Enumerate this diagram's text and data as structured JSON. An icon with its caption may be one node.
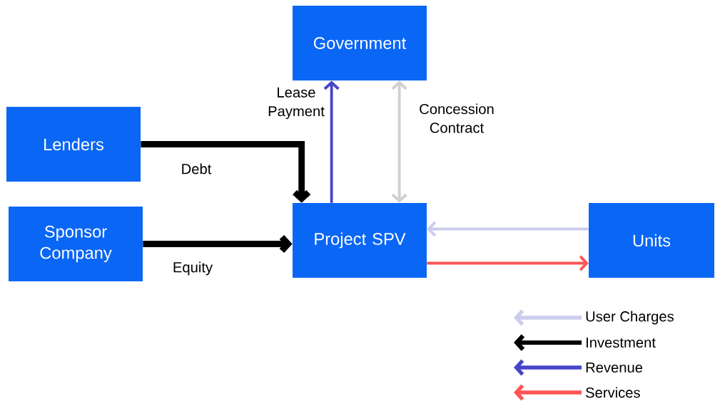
{
  "diagram": {
    "nodes": [
      {
        "text": [
          "Government"
        ]
      },
      {
        "text": [
          "Lenders"
        ]
      },
      {
        "text": [
          "Sponsor Company"
        ]
      },
      {
        "text": [
          "Project SPV"
        ]
      },
      {
        "text": [
          "Units"
        ]
      }
    ],
    "edges": [
      {
        "from": 1,
        "to": 3,
        "arrow": "to",
        "label": "Debt",
        "style": "thick",
        "color": "#000000"
      },
      {
        "from": 2,
        "to": 3,
        "arrow": "to",
        "label": "Equity",
        "style": "thick",
        "color": "#000000"
      },
      {
        "from": 3,
        "to": 0,
        "arrow": "to",
        "label": "Lease Payment",
        "color": "#4646c8"
      },
      {
        "from": 3,
        "to": 0,
        "arrow": "both",
        "label": "Concession Contract",
        "color": "#d0d0d0"
      },
      {
        "from": 4,
        "to": 3,
        "arrow": "to",
        "color": "#ccccee"
      },
      {
        "from": 3,
        "to": 4,
        "arrow": "to",
        "color": "#ff5555"
      }
    ],
    "legend": [
      {
        "text": "User Charges"
      },
      {
        "text": "Investment"
      },
      {
        "text": "Revenue"
      },
      {
        "text": "Services"
      }
    ]
  }
}
